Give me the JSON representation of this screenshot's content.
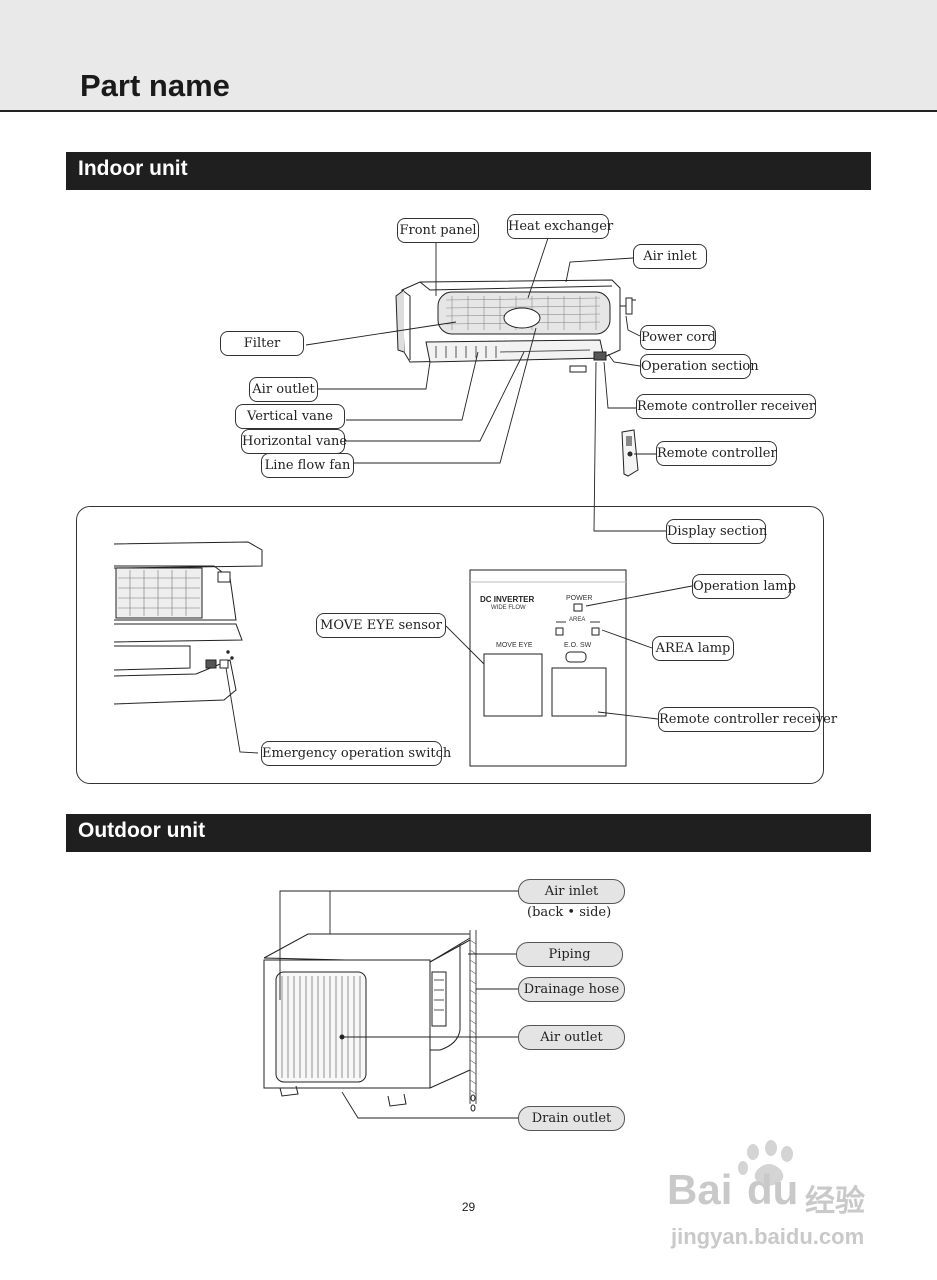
{
  "header": {
    "title": "Part name"
  },
  "indoor": {
    "section_title": "Indoor unit",
    "labels": {
      "front_panel": "Front panel",
      "heat_exchanger": "Heat exchanger",
      "air_inlet": "Air inlet",
      "filter": "Filter",
      "power_cord": "Power cord",
      "operation_section": "Operation section",
      "air_outlet": "Air outlet",
      "remote_controller_receiver": "Remote controller receiver",
      "vertical_vane": "Vertical vane",
      "horizontal_vane": "Horizontal vane",
      "line_flow_fan": "Line flow fan",
      "remote_controller": "Remote controller",
      "display_section": "Display section"
    }
  },
  "display_detail": {
    "labels": {
      "operation_lamp": "Operation lamp",
      "move_eye_sensor": "MOVE EYE sensor",
      "area_lamp": "AREA lamp",
      "remote_controller_receiver": "Remote controller receiver",
      "emergency_operation_switch": "Emergency operation switch"
    },
    "panel": {
      "brand": "DC INVERTER",
      "brand_sub": "WIDE FLOW",
      "power": "POWER",
      "area": "AREA",
      "move_eye": "MOVE EYE",
      "eo_sw": "E.O. SW"
    }
  },
  "outdoor": {
    "section_title": "Outdoor unit",
    "labels": {
      "air_inlet": "Air inlet",
      "air_inlet_note": "(back • side)",
      "piping": "Piping",
      "drainage_hose": "Drainage hose",
      "air_outlet": "Air outlet",
      "drain_outlet": "Drain outlet"
    }
  },
  "page_number": "29",
  "watermark": {
    "brand": "Bai",
    "brand2": "du",
    "cn": "经验",
    "url": "jingyan.baidu.com"
  },
  "colors": {
    "section_bar": "#1f1f1f",
    "header_band": "#e9e9e9",
    "outdoor_label_fill": "#e4e4e4"
  }
}
